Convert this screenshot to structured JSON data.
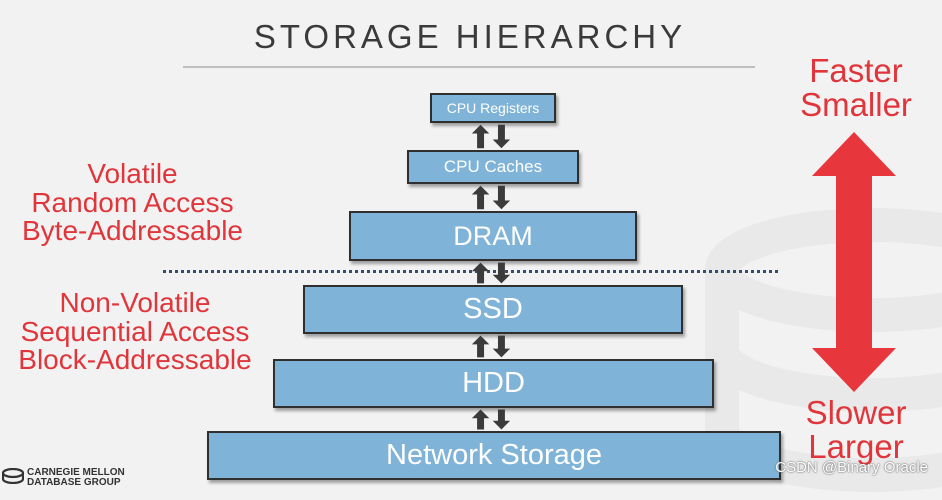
{
  "title": "STORAGE HIERARCHY",
  "levels": [
    {
      "label": "CPU Registers"
    },
    {
      "label": "CPU Caches"
    },
    {
      "label": "DRAM"
    },
    {
      "label": "SSD"
    },
    {
      "label": "HDD"
    },
    {
      "label": "Network Storage"
    }
  ],
  "left_labels": {
    "volatile": [
      "Volatile",
      "Random Access",
      "Byte-Addressable"
    ],
    "non_volatile": [
      "Non-Volatile",
      "Sequential Access",
      "Block-Addressable"
    ]
  },
  "right_labels": {
    "top": [
      "Faster",
      "Smaller"
    ],
    "bottom": [
      "Slower",
      "Larger"
    ]
  },
  "logo": {
    "line1": "CARNEGIE MELLON",
    "line2": "DATABASE GROUP"
  },
  "watermark": "CSDN @Binary Oracle",
  "colors": {
    "box_fill": "#7fb3d7",
    "accent_red": "#e0363b",
    "double_arrow": "#e8373c"
  }
}
